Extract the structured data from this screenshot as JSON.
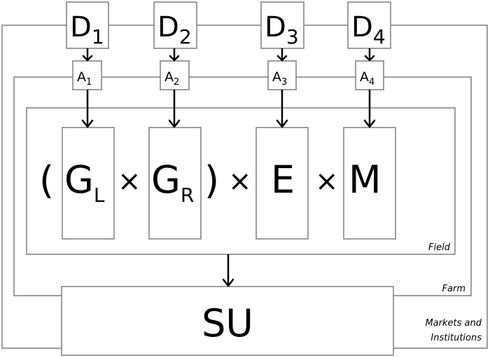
{
  "diagram": {
    "drivers": [
      {
        "main": "D",
        "sub": "1"
      },
      {
        "main": "D",
        "sub": "2"
      },
      {
        "main": "D",
        "sub": "3"
      },
      {
        "main": "D",
        "sub": "4"
      }
    ],
    "actions": [
      {
        "main": "A",
        "sub": "1"
      },
      {
        "main": "A",
        "sub": "2"
      },
      {
        "main": "A",
        "sub": "3"
      },
      {
        "main": "A",
        "sub": "4"
      }
    ],
    "factors": [
      {
        "main": "G",
        "sub": "L"
      },
      {
        "main": "G",
        "sub": "R"
      },
      {
        "main": "E",
        "sub": ""
      },
      {
        "main": "M",
        "sub": ""
      }
    ],
    "operators": {
      "open_paren": "(",
      "close_paren": ")",
      "times_1": "×",
      "times_2": "×",
      "times_3": "×"
    },
    "outcome": "SU",
    "scales": {
      "field": "Field",
      "farm": "Farm",
      "markets_line1": "Markets and",
      "markets_line2": "Institutions"
    }
  }
}
